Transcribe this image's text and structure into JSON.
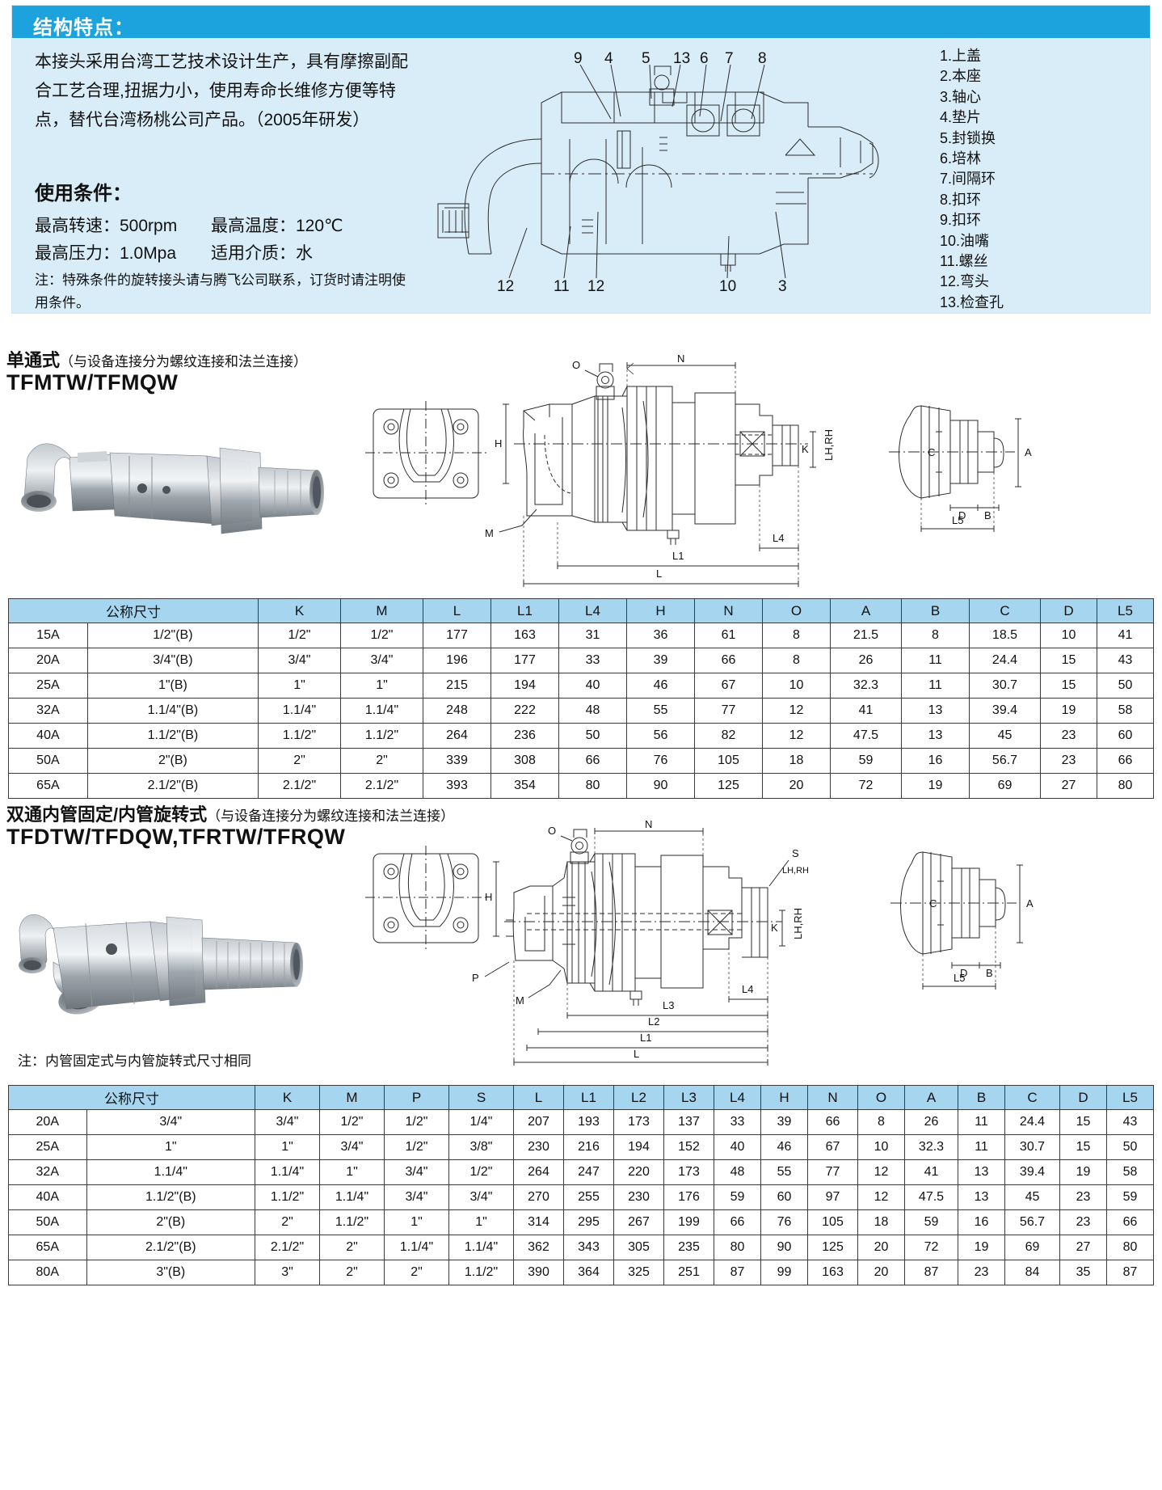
{
  "info": {
    "bar_title": "结构特点：",
    "body": "本接头采用台湾工艺技术设计生产，具有摩擦副配合工艺合理,扭据力小，使用寿命长维修方便等特点，替代台湾杨桃公司产品。（2005年研发）",
    "sub_title": "使用条件：",
    "cond": [
      {
        "left": "最高转速：500rpm",
        "right": "最高温度：120℃"
      },
      {
        "left": "最高压力：1.0Mpa",
        "right": "适用介质：水"
      }
    ],
    "note": "注：特殊条件的旋转接头请与腾飞公司联系，订货时请注明使用条件。"
  },
  "parts_list": [
    "1.上盖",
    "2.本座",
    "3.轴心",
    "4.垫片",
    "5.封锁换",
    "6.培林",
    "7.间隔环",
    "8.扣环",
    "9.扣环",
    "10.油嘴",
    "11.螺丝",
    "12.弯头",
    "13.检查孔"
  ],
  "callouts_top": [
    "9",
    "4",
    "5",
    "13",
    "6",
    "7",
    "8"
  ],
  "callouts_bottom": [
    "12",
    "11",
    "12",
    "10",
    "3"
  ],
  "section1": {
    "title_bold": "单通式",
    "title_paren": "（与设备连接分为螺纹连接和法兰连接）",
    "model": "TFMTW/TFMQW",
    "dim_labels": [
      "O",
      "N",
      "H",
      "M",
      "K",
      "LH,RH",
      "L4",
      "L1",
      "L",
      "C",
      "A",
      "D",
      "B",
      "L5"
    ]
  },
  "section2": {
    "title_bold": "双通内管固定/内管旋转式",
    "title_paren": "（与设备连接分为螺纹连接和法兰连接）",
    "model": "TFDTW/TFDQW,TFRTW/TFRQW",
    "note": "注：内管固定式与内管旋转式尺寸相同",
    "dim_labels": [
      "O",
      "N",
      "S",
      "LH,RH",
      "H",
      "K",
      "C",
      "A",
      "P",
      "M",
      "L4",
      "L3",
      "L2",
      "L1",
      "L",
      "D",
      "B",
      "L5"
    ]
  },
  "table1": {
    "group_header": "公称尺寸",
    "headers": [
      "K",
      "M",
      "L",
      "L1",
      "L4",
      "H",
      "N",
      "O",
      "A",
      "B",
      "C",
      "D",
      "L5"
    ],
    "rows": [
      [
        "15A",
        "1/2\"(B)",
        "1/2\"",
        "1/2\"",
        "177",
        "163",
        "31",
        "36",
        "61",
        "8",
        "21.5",
        "8",
        "18.5",
        "10",
        "41"
      ],
      [
        "20A",
        "3/4\"(B)",
        "3/4\"",
        "3/4\"",
        "196",
        "177",
        "33",
        "39",
        "66",
        "8",
        "26",
        "11",
        "24.4",
        "15",
        "43"
      ],
      [
        "25A",
        "1\"(B)",
        "1\"",
        "1\"",
        "215",
        "194",
        "40",
        "46",
        "67",
        "10",
        "32.3",
        "11",
        "30.7",
        "15",
        "50"
      ],
      [
        "32A",
        "1.1/4\"(B)",
        "1.1/4\"",
        "1.1/4\"",
        "248",
        "222",
        "48",
        "55",
        "77",
        "12",
        "41",
        "13",
        "39.4",
        "19",
        "58"
      ],
      [
        "40A",
        "1.1/2\"(B)",
        "1.1/2\"",
        "1.1/2\"",
        "264",
        "236",
        "50",
        "56",
        "82",
        "12",
        "47.5",
        "13",
        "45",
        "23",
        "60"
      ],
      [
        "50A",
        "2\"(B)",
        "2\"",
        "2\"",
        "339",
        "308",
        "66",
        "76",
        "105",
        "18",
        "59",
        "16",
        "56.7",
        "23",
        "66"
      ],
      [
        "65A",
        "2.1/2\"(B)",
        "2.1/2\"",
        "2.1/2\"",
        "393",
        "354",
        "80",
        "90",
        "125",
        "20",
        "72",
        "19",
        "69",
        "27",
        "80"
      ]
    ]
  },
  "table2": {
    "group_header": "公称尺寸",
    "headers": [
      "K",
      "M",
      "P",
      "S",
      "L",
      "L1",
      "L2",
      "L3",
      "L4",
      "H",
      "N",
      "O",
      "A",
      "B",
      "C",
      "D",
      "L5"
    ],
    "rows": [
      [
        "20A",
        "3/4\"",
        "3/4\"",
        "1/2\"",
        "1/2\"",
        "1/4\"",
        "207",
        "193",
        "173",
        "137",
        "33",
        "39",
        "66",
        "8",
        "26",
        "11",
        "24.4",
        "15",
        "43"
      ],
      [
        "25A",
        "1\"",
        "1\"",
        "3/4\"",
        "1/2\"",
        "3/8\"",
        "230",
        "216",
        "194",
        "152",
        "40",
        "46",
        "67",
        "10",
        "32.3",
        "11",
        "30.7",
        "15",
        "50"
      ],
      [
        "32A",
        "1.1/4\"",
        "1.1/4\"",
        "1\"",
        "3/4\"",
        "1/2\"",
        "264",
        "247",
        "220",
        "173",
        "48",
        "55",
        "77",
        "12",
        "41",
        "13",
        "39.4",
        "19",
        "58"
      ],
      [
        "40A",
        "1.1/2\"(B)",
        "1.1/2\"",
        "1.1/4\"",
        "3/4\"",
        "3/4\"",
        "270",
        "255",
        "230",
        "176",
        "59",
        "60",
        "97",
        "12",
        "47.5",
        "13",
        "45",
        "23",
        "59"
      ],
      [
        "50A",
        "2\"(B)",
        "2\"",
        "1.1/2\"",
        "1\"",
        "1\"",
        "314",
        "295",
        "267",
        "199",
        "66",
        "76",
        "105",
        "18",
        "59",
        "16",
        "56.7",
        "23",
        "66"
      ],
      [
        "65A",
        "2.1/2\"(B)",
        "2.1/2\"",
        "2\"",
        "1.1/4\"",
        "1.1/4\"",
        "362",
        "343",
        "305",
        "235",
        "80",
        "90",
        "125",
        "20",
        "72",
        "19",
        "69",
        "27",
        "80"
      ],
      [
        "80A",
        "3\"(B)",
        "3\"",
        "2\"",
        "2\"",
        "1.1/2\"",
        "390",
        "364",
        "325",
        "251",
        "87",
        "99",
        "163",
        "20",
        "87",
        "23",
        "84",
        "35",
        "87"
      ]
    ]
  },
  "colors": {
    "bar_blue": "#1ca3dd",
    "panel_blue": "#d9edf8",
    "table_header_blue": "#a6d5f0",
    "line": "#3a3a3a"
  }
}
